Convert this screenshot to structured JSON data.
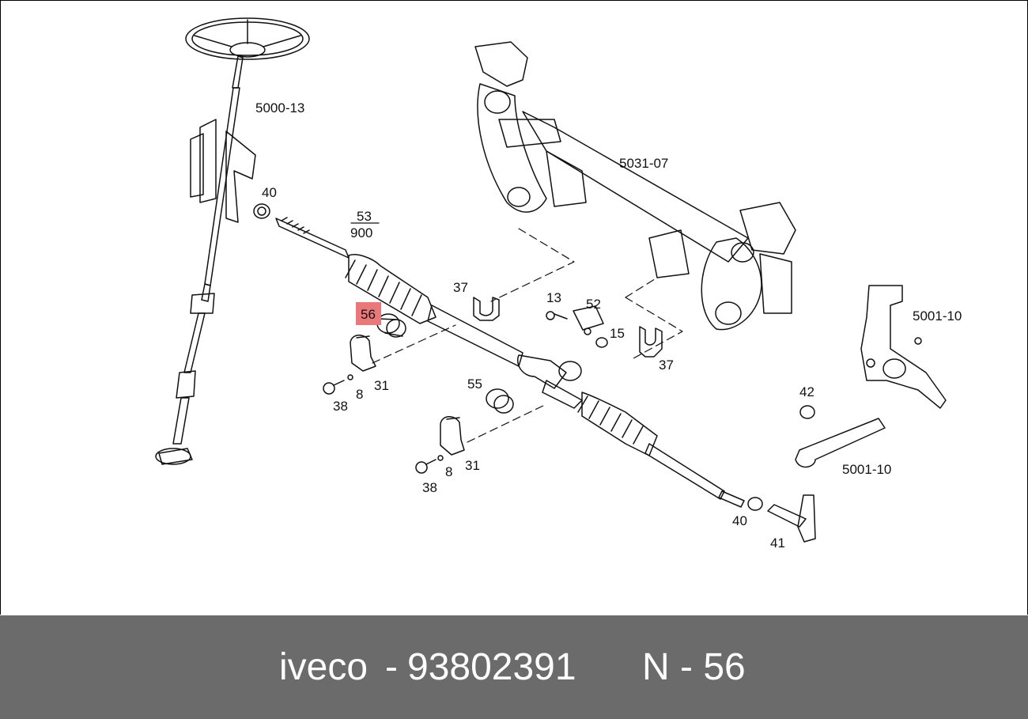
{
  "diagram": {
    "callouts": [
      {
        "id": "c-5000-13",
        "text": "5000-13"
      },
      {
        "id": "c-5031-07",
        "text": "5031-07"
      },
      {
        "id": "c-40a",
        "text": "40"
      },
      {
        "id": "c-53",
        "text": "53"
      },
      {
        "id": "c-900",
        "text": "900"
      },
      {
        "id": "c-37a",
        "text": "37"
      },
      {
        "id": "c-13",
        "text": "13"
      },
      {
        "id": "c-52",
        "text": "52"
      },
      {
        "id": "c-15",
        "text": "15"
      },
      {
        "id": "c-37b",
        "text": "37"
      },
      {
        "id": "c-5001-10a",
        "text": "5001-10"
      },
      {
        "id": "c-56",
        "text": "56",
        "highlighted": true
      },
      {
        "id": "c-31a",
        "text": "31"
      },
      {
        "id": "c-8a",
        "text": "8"
      },
      {
        "id": "c-38a",
        "text": "38"
      },
      {
        "id": "c-55",
        "text": "55"
      },
      {
        "id": "c-31b",
        "text": "31"
      },
      {
        "id": "c-8b",
        "text": "8"
      },
      {
        "id": "c-38b",
        "text": "38"
      },
      {
        "id": "c-42",
        "text": "42"
      },
      {
        "id": "c-5001-10b",
        "text": "5001-10"
      },
      {
        "id": "c-40b",
        "text": "40"
      },
      {
        "id": "c-41",
        "text": "41"
      }
    ],
    "highlight_color": "#e9787a"
  },
  "footer": {
    "brand": "iveco",
    "separator": "-",
    "part_number": "93802391",
    "position_label": "N - 56",
    "background_color": "#6b6b6b",
    "text_color": "#ffffff"
  }
}
